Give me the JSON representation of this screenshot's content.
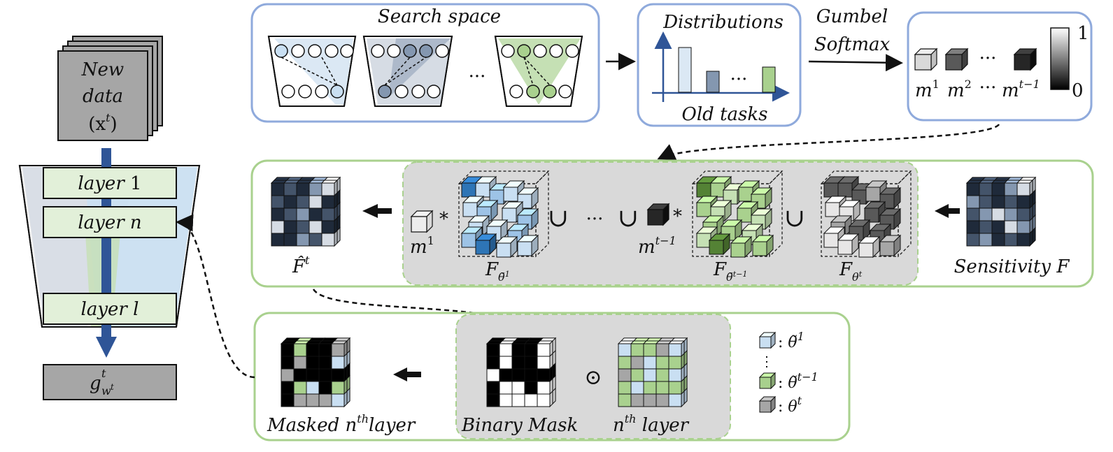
{
  "input_block": {
    "line1": "New",
    "line2": "data",
    "line3": "(x",
    "sup": "t",
    "close": ")"
  },
  "network": {
    "layers": [
      {
        "prefix": "layer ",
        "idx": "1",
        "idx_italic": false
      },
      {
        "prefix": "layer ",
        "idx": "n",
        "idx_italic": true
      },
      {
        "prefix": "layer ",
        "idx": "l",
        "idx_italic": true
      }
    ],
    "output": {
      "base": "g",
      "sup": "t",
      "sub": "w",
      "subsup": "t"
    }
  },
  "search_space": {
    "title": "Search space",
    "ellipsis": "···"
  },
  "distributions": {
    "title": "Distributions",
    "subtitle": "Old tasks",
    "ellipsis": "···"
  },
  "gumbel": {
    "line1": "Gumbel",
    "line2": "Softmax"
  },
  "masks": {
    "m1": {
      "base": "m",
      "sup": "1"
    },
    "m2": {
      "base": "m",
      "sup": "2"
    },
    "dots": "···",
    "mt1": {
      "base": "m",
      "sup": "t−1"
    },
    "scale_top": "1",
    "scale_bottom": "0"
  },
  "middle_row": {
    "fhat": {
      "base": "F̂",
      "sup": "t"
    },
    "m1": {
      "base": "m",
      "sup": "1"
    },
    "mt1": {
      "base": "m",
      "sup": "t−1"
    },
    "star": "*",
    "union": "∪",
    "dots": "···",
    "ftheta1": {
      "base": "F",
      "sub": "θ̃",
      "subsup": "1"
    },
    "fthetat1": {
      "base": "F",
      "sub": "θ̃",
      "subsup": "t−1"
    },
    "fthetat": {
      "base": "F",
      "sub": "θ",
      "subsup": "t"
    },
    "sensitivity": "Sensitivity F"
  },
  "bottom_row": {
    "masked": {
      "pre": "Masked n",
      "sup": "th",
      "post": "layer"
    },
    "binary": "Binary Mask",
    "nth": {
      "pre": "n",
      "sup": "th",
      "post": " layer"
    },
    "odot": "⊙"
  },
  "legend": [
    {
      "prefix": ": ",
      "base": "θ̃",
      "sup": "1",
      "color": "#c9dff2"
    },
    {
      "prefix": ": ",
      "base": "θ̃",
      "sup": "t−1",
      "color": "#a8d08d"
    },
    {
      "prefix": ": ",
      "base": "θ",
      "sup": "t",
      "color": "#a6a6a6"
    }
  ],
  "colors": {
    "panel_blue": "#8faadc",
    "panel_green": "#a9d18e",
    "gray_fill": "#d9d9d9",
    "layer_fill": "#e2f0d9",
    "arrow_blue": "#2f5597",
    "net_blue": "#c9dff2",
    "net_green": "#c5e0b4"
  }
}
